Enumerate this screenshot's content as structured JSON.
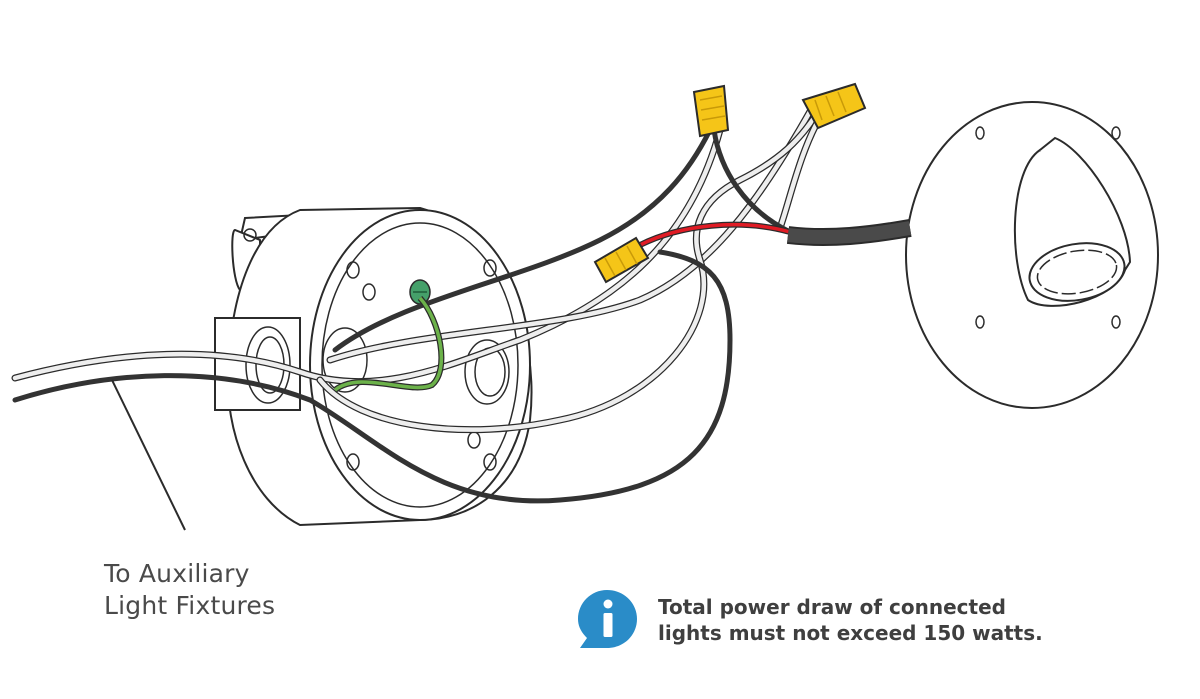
{
  "labels": {
    "aux_line1": "To Auxiliary",
    "aux_line2": "Light Fixtures"
  },
  "note": {
    "icon": "info-icon",
    "line1": "Total power draw of connected",
    "line2": "lights must not exceed 150 watts."
  },
  "colors": {
    "outline": "#2b2b2b",
    "black_wire": "#333333",
    "white_wire": "#e9e9e9",
    "red_wire": "#e01b24",
    "green_wire": "#6cb24a",
    "wire_nut": "#f5c518",
    "info_blue": "#2a8cc8"
  }
}
